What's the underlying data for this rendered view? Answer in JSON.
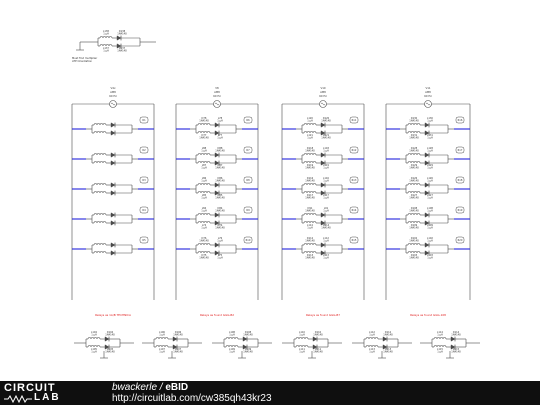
{
  "top_cell": {
    "top_ref": "L138",
    "top_val": "1 µH",
    "top_diode": "D138",
    "top_diode_val": "1N4148",
    "bot_ref": "L137",
    "bot_val": "1 µH",
    "bot_diode": "D137",
    "bot_diode_val": "1N4148",
    "note_line1": "Must find multiplier",
    "note_line2": "ATP Orientation"
  },
  "columns": [
    {
      "src_ref": "V4x",
      "src_val": "AM8",
      "src_freq": "60 Hz",
      "caption": "Relays as 1A/B TECHNICA",
      "rows": [
        {
          "top_l": "",
          "top_lv": "",
          "top_d": "",
          "top_dv": "",
          "bot_l": "",
          "bot_lv": "",
          "bot_d": "",
          "bot_dv": "",
          "tag": "R1"
        },
        {
          "top_l": "",
          "top_lv": "",
          "top_d": "",
          "top_dv": "",
          "bot_l": "",
          "bot_lv": "",
          "bot_d": "",
          "bot_dv": "",
          "tag": "R2"
        },
        {
          "top_l": "",
          "top_lv": "",
          "top_d": "",
          "top_dv": "",
          "bot_l": "",
          "bot_lv": "",
          "bot_d": "",
          "bot_dv": "",
          "tag": "R3"
        },
        {
          "top_l": "",
          "top_lv": "",
          "top_d": "",
          "top_dv": "",
          "bot_l": "",
          "bot_lv": "",
          "bot_d": "",
          "bot_dv": "",
          "tag": "R4"
        },
        {
          "top_l": "",
          "top_lv": "",
          "top_d": "",
          "top_dv": "",
          "bot_l": "",
          "bot_lv": "",
          "bot_d": "",
          "bot_dv": "",
          "tag": "R5"
        }
      ]
    },
    {
      "src_ref": "V8",
      "src_val": "AM8",
      "src_freq": "60 Hz",
      "caption": "Relays as found GGG-B2",
      "rows": [
        {
          "top_l": "D78",
          "top_lv": "1N4148",
          "top_d": "L78",
          "top_dv": "1 µH",
          "bot_l": "D77",
          "bot_lv": "1N4148",
          "bot_d": "L77",
          "bot_dv": "1 µH",
          "tag": "R6"
        },
        {
          "top_l": "L88",
          "top_lv": "1 µH",
          "top_d": "D88",
          "top_dv": "1N4148",
          "bot_l": "L87",
          "bot_lv": "1 µH",
          "bot_d": "D87",
          "bot_dv": "1N4148",
          "tag": "R7"
        },
        {
          "top_l": "L86",
          "top_lv": "1 µH",
          "top_d": "D86",
          "top_dv": "1N4148",
          "bot_l": "L85",
          "bot_lv": "1 µH",
          "bot_d": "D85",
          "bot_dv": "1N4148",
          "tag": "R8"
        },
        {
          "top_l": "L84",
          "top_lv": "1 µH",
          "top_d": "D84",
          "top_dv": "1N4148",
          "bot_l": "L74",
          "bot_lv": "1 µH",
          "bot_d": "D74",
          "bot_dv": "1N4148",
          "tag": "R9"
        },
        {
          "top_l": "D76",
          "top_lv": "1N4148",
          "top_d": "L76",
          "top_dv": "1 µH",
          "bot_l": "D75",
          "bot_lv": "1N4148",
          "bot_d": "L75",
          "bot_dv": "1 µH",
          "tag": "R10"
        }
      ]
    },
    {
      "src_ref": "V10",
      "src_val": "AM8",
      "src_freq": "60 Hz",
      "caption": "Relays as found GGG-B7",
      "rows": [
        {
          "top_l": "L120",
          "top_lv": "1 µH",
          "top_d": "D120",
          "top_dv": "1N4148",
          "bot_l": "L121",
          "bot_lv": "1 µH",
          "bot_d": "D121",
          "bot_dv": "1N4148",
          "tag": "R11"
        },
        {
          "top_l": "D118",
          "top_lv": "1N4148",
          "top_d": "L118",
          "top_dv": "1 µH",
          "bot_l": "D119",
          "bot_lv": "1N4148",
          "bot_d": "L119",
          "bot_dv": "1 µH",
          "tag": "R12"
        },
        {
          "top_l": "D116",
          "top_lv": "1N4148",
          "top_d": "L116",
          "top_dv": "1 µH",
          "bot_l": "D117",
          "bot_lv": "1N4148",
          "bot_d": "L117",
          "bot_dv": "1 µH",
          "tag": "R13"
        },
        {
          "top_l": "D91",
          "top_lv": "1N4148",
          "top_d": "L91",
          "top_dv": "1 µH",
          "bot_l": "L114",
          "bot_lv": "1 µH",
          "bot_d": "D114",
          "bot_dv": "1N4148",
          "tag": "R14"
        },
        {
          "top_l": "D112",
          "top_lv": "1N4148",
          "top_d": "L112",
          "top_dv": "1 µH",
          "bot_l": "D113",
          "bot_lv": "1N4148",
          "bot_d": "L113",
          "bot_dv": "1 µH",
          "tag": "R15"
        }
      ]
    },
    {
      "src_ref": "V11",
      "src_val": "AM8",
      "src_freq": "60 Hz",
      "caption": "Relays as found GGG-108",
      "rows": [
        {
          "top_l": "D130",
          "top_lv": "1N4148",
          "top_d": "L130",
          "top_dv": "1 µH",
          "bot_l": "D131",
          "bot_lv": "1N4148",
          "bot_d": "L131",
          "bot_dv": "1 µH",
          "tag": "R16"
        },
        {
          "top_l": "D128",
          "top_lv": "1N4148",
          "top_d": "L128",
          "top_dv": "1 µH",
          "bot_l": "D129",
          "bot_lv": "1N4148",
          "bot_d": "L129",
          "bot_dv": "1 µH",
          "tag": "R17"
        },
        {
          "top_l": "D126",
          "top_lv": "1N4148",
          "top_d": "L126",
          "top_dv": "1 µH",
          "bot_l": "D127",
          "bot_lv": "1N4148",
          "bot_d": "L127",
          "bot_dv": "1 µH",
          "tag": "R18"
        },
        {
          "top_l": "D108",
          "top_lv": "1N4148",
          "top_d": "L108",
          "top_dv": "1 µH",
          "bot_l": "D109",
          "bot_lv": "1N4148",
          "bot_d": "L109",
          "bot_dv": "1 µH",
          "tag": "R19"
        },
        {
          "top_l": "D102",
          "top_lv": "1N4148",
          "top_d": "L102",
          "top_dv": "1 µH",
          "bot_l": "D103",
          "bot_lv": "1N4148",
          "bot_d": "L103",
          "bot_dv": "1 µH",
          "tag": "R20"
        }
      ]
    }
  ],
  "bottom_cells": [
    {
      "top_l": "L104",
      "top_lv": "1 µH",
      "top_d": "D104",
      "top_dv": "1N4148",
      "bot_l": "L105",
      "bot_lv": "1 µH",
      "bot_d": "D105",
      "bot_dv": "1N4148"
    },
    {
      "top_l": "L106",
      "top_lv": "1 µH",
      "top_d": "D106",
      "top_dv": "1N4148",
      "bot_l": "L107",
      "bot_lv": "1 µH",
      "bot_d": "D107",
      "bot_dv": "1N4148"
    },
    {
      "top_l": "L108",
      "top_lv": "1 µH",
      "top_d": "D108",
      "top_dv": "1N4148",
      "bot_l": "L109",
      "bot_lv": "1 µH",
      "bot_d": "D109",
      "bot_dv": "1N4148"
    },
    {
      "top_l": "L110",
      "top_lv": "1 µH",
      "top_d": "D110",
      "top_dv": "1N4148",
      "bot_l": "L111",
      "bot_lv": "1 µH",
      "bot_d": "D111",
      "bot_dv": "1N4148"
    },
    {
      "top_l": "L112",
      "top_lv": "1 µH",
      "top_d": "D112",
      "top_dv": "1N4148",
      "bot_l": "L113",
      "bot_lv": "1 µH",
      "bot_d": "D113",
      "bot_dv": "1N4148"
    },
    {
      "top_l": "L114",
      "top_lv": "1 µH",
      "top_d": "D114",
      "top_dv": "1N4148",
      "bot_l": "L115",
      "bot_lv": "1 µH",
      "bot_d": "D115",
      "bot_dv": "1N4148"
    }
  ],
  "colors": {
    "wire": "#4a4a4a",
    "accent_wire": "#2222dd",
    "caption": "#e02020",
    "footer_bg": "#0f0f0f",
    "footer_text": "#ffffff"
  },
  "footer": {
    "logo_top": "CIRCUIT",
    "logo_bottom": "LAB",
    "author": "bwackerle",
    "separator": " / ",
    "project": "eBID",
    "url": "http://circuitlab.com/cw385qh43kr23"
  }
}
